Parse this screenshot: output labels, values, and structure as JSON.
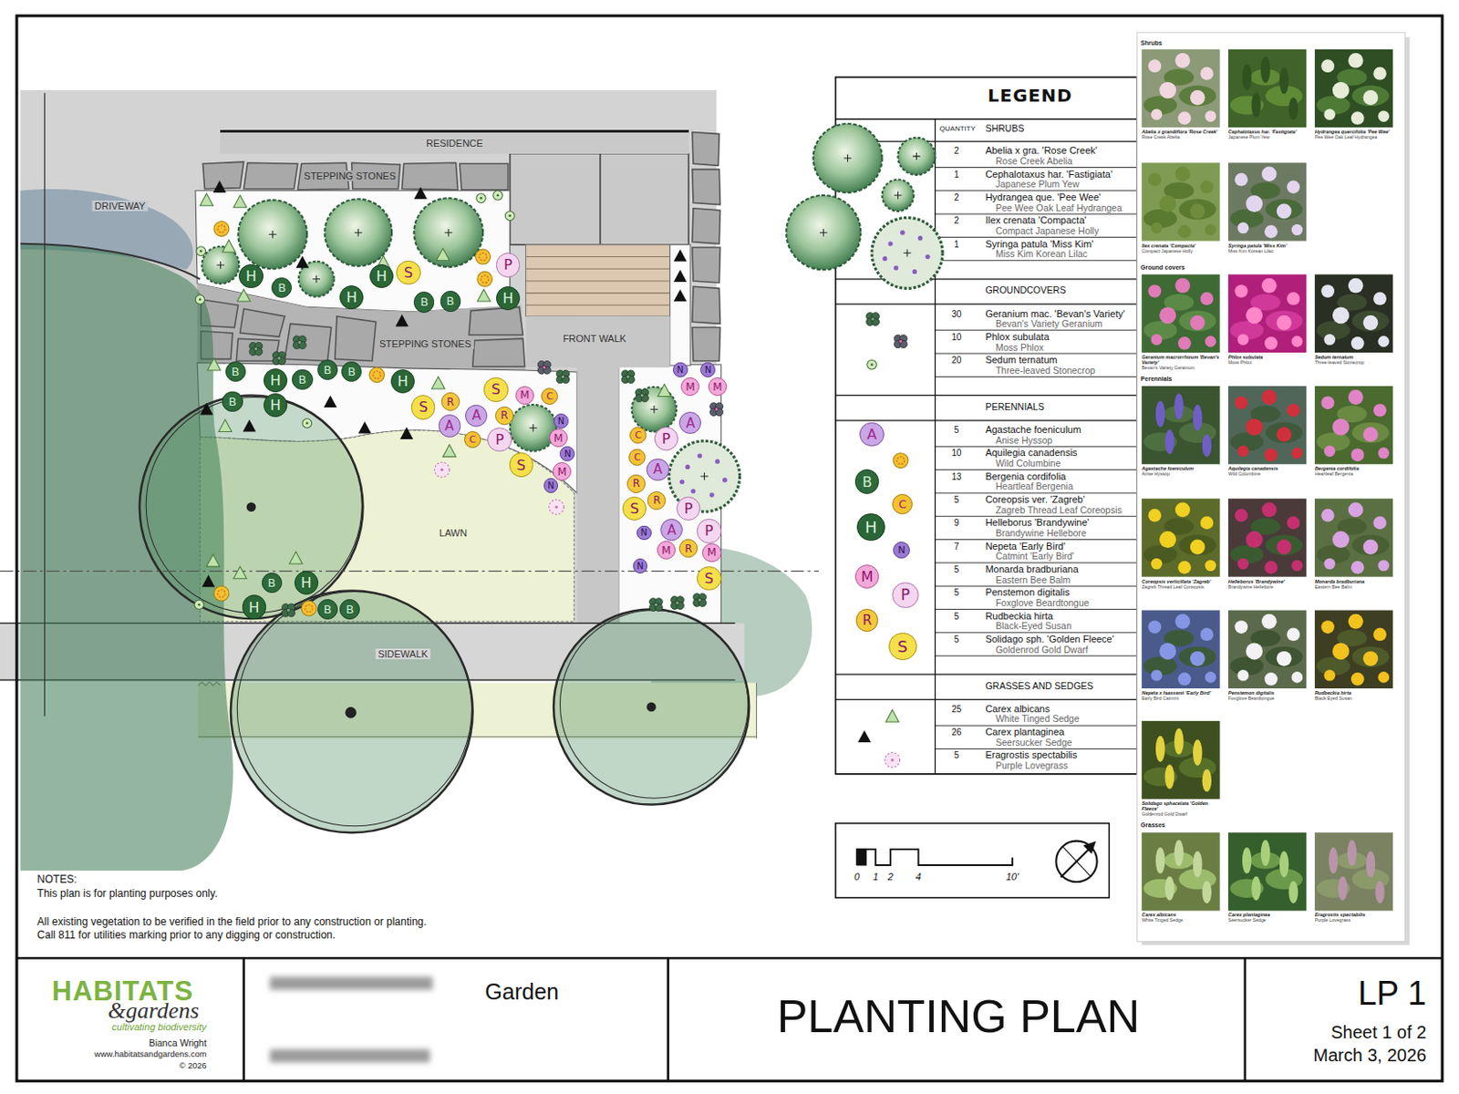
{
  "diagram": {
    "nodes": [
      {
        "text": [
          "RESIDENCE"
        ]
      },
      {
        "text": [
          "H"
        ]
      },
      {
        "text": [
          "B"
        ]
      },
      {
        "text": [
          "H"
        ]
      },
      {
        "text": [
          "H"
        ]
      },
      {
        "text": [
          "S"
        ]
      },
      {
        "text": [
          "B"
        ]
      },
      {
        "text": [
          "B"
        ]
      },
      {
        "text": [
          "P"
        ]
      },
      {
        "text": [
          "H"
        ]
      },
      {
        "text": [
          "B"
        ]
      },
      {
        "text": [
          "H"
        ]
      },
      {
        "text": [
          "B"
        ]
      },
      {
        "text": [
          "B"
        ]
      },
      {
        "text": [
          "B"
        ]
      },
      {
        "text": [
          "H"
        ]
      },
      {
        "text": [
          "H"
        ]
      },
      {
        "text": [
          "B"
        ]
      },
      {
        "text": [
          "S"
        ]
      },
      {
        "text": [
          "R"
        ]
      },
      {
        "text": [
          "S"
        ]
      },
      {
        "text": [
          "M"
        ]
      },
      {
        "text": [
          "C"
        ]
      },
      {
        "text": [
          "A"
        ]
      },
      {
        "text": [
          "R"
        ]
      },
      {
        "text": [
          "A"
        ]
      },
      {
        "text": [
          "C"
        ]
      },
      {
        "text": [
          "P"
        ]
      },
      {
        "text": [
          "S"
        ]
      },
      {
        "text": [
          "M"
        ]
      },
      {
        "text": [
          "N"
        ]
      },
      {
        "text": [
          "N"
        ]
      },
      {
        "text": [
          "M"
        ]
      },
      {
        "text": [
          "N"
        ]
      },
      {
        "text": [
          "N"
        ]
      },
      {
        "text": [
          "N"
        ]
      },
      {
        "text": [
          "M"
        ]
      },
      {
        "text": [
          "M"
        ]
      },
      {
        "text": [
          "A"
        ]
      },
      {
        "text": [
          "C"
        ]
      },
      {
        "text": [
          "P"
        ]
      },
      {
        "text": [
          "C"
        ]
      },
      {
        "text": [
          "A"
        ]
      },
      {
        "text": [
          "R"
        ]
      },
      {
        "text": [
          "R"
        ]
      },
      {
        "text": [
          "S"
        ]
      },
      {
        "text": [
          "P"
        ]
      },
      {
        "text": [
          "A"
        ]
      },
      {
        "text": [
          "P"
        ]
      },
      {
        "text": [
          "N"
        ]
      },
      {
        "text": [
          "M"
        ]
      },
      {
        "text": [
          "R"
        ]
      },
      {
        "text": [
          "M"
        ]
      },
      {
        "text": [
          "N"
        ]
      },
      {
        "text": [
          "S"
        ]
      },
      {
        "text": [
          "B"
        ]
      },
      {
        "text": [
          "H"
        ]
      },
      {
        "text": [
          "H"
        ]
      },
      {
        "text": [
          "B"
        ]
      },
      {
        "text": [
          "B"
        ]
      },
      {
        "text": [
          "A"
        ]
      },
      {
        "text": [
          "B"
        ]
      },
      {
        "text": [
          "C"
        ]
      },
      {
        "text": [
          "H"
        ]
      },
      {
        "text": [
          "N"
        ]
      },
      {
        "text": [
          "M"
        ]
      },
      {
        "text": [
          "P"
        ]
      },
      {
        "text": [
          "R"
        ]
      },
      {
        "text": [
          "S"
        ]
      },
      {
        "text": [
          "HABITATS",
          "&gardens",
          "cultivating biodiversity",
          "Bianca Wright",
          "www.habitatsandgardens.com",
          "© 2026"
        ]
      },
      {
        "text": [
          "Garden"
        ]
      },
      {
        "text": [
          "PLANTING PLAN"
        ]
      },
      {
        "text": [
          "LP 1",
          "Sheet 1 of 2",
          "March 3, 2026"
        ]
      }
    ],
    "labels": [
      "DRIVEWAY",
      "STEPPING STONES",
      "STEPPING STONES",
      "FRONT WALK",
      "LAWN",
      "SIDEWALK",
      "NOTES:",
      "This plan is for planting purposes only.",
      "All existing vegetation to be verified in the field prior to any construction or planting.",
      "Call 811 for utilities marking prior to any digging or construction.",
      "LEGEND",
      "QUANTITY",
      "SHRUBS",
      "2",
      "Rose Creek Abelia",
      "1",
      "Japanese Plum Yew",
      "2",
      "Pee Wee Oak Leaf Hydrangea",
      "2",
      "Compact Japanese Holly",
      "1",
      "Miss Kim Korean Lilac",
      "GROUNDCOVERS",
      "30",
      "Bevan's Variety Geranium",
      "10",
      "Moss Phlox",
      "20",
      "Three-leaved Stonecrop",
      "PERENNIALS",
      "5",
      "Anise Hyssop",
      "10",
      "Wild Columbine",
      "13",
      "Heartleaf Bergenia",
      "5",
      "Zagreb Thread Leaf Coreopsis",
      "9",
      "Brandywine Hellebore",
      "7",
      "Catmint 'Early Bird'",
      "5",
      "Eastern Bee Balm",
      "5",
      "Foxglove Beardtongue",
      "5",
      "Black-Eyed Susan",
      "5",
      "Goldenrod Gold Dwarf",
      "GRASSES AND SEDGES",
      "25",
      "White Tinged Sedge",
      "26",
      "Seersucker Sedge",
      "5",
      "Purple Lovegrass",
      "0",
      "1",
      "2",
      "4",
      "10'",
      "Shrubs",
      "Abelia x grandiflora 'Rose Creek'",
      "Rose Creek Abelia",
      "Cephalotaxus har. 'Fastigiata'",
      "Japanese Plum Yew",
      "Hydrangea quercifolia 'Pee Wee'",
      "Pee Wee Oak Leaf Hydrangea",
      "Ilex crenata 'Compacta'",
      "Compact Japanese Holly",
      "Syringa patula 'Miss Kim'",
      "Miss Kim Korean Lilac",
      "Ground covers",
      "Geranium macrorrhizum 'Bevan's Variety'",
      "Bevan's Variety Geranium",
      "Phlox subulata",
      "Moss Phlox",
      "Sedum ternatum",
      "Three-leaved Stonecrop",
      "Perennials",
      "Agastache foeniculum",
      "Anise Hyssop",
      "Aquilegia canadensis",
      "Wild Columbine",
      "Bergenia cordifolia",
      "Heartleaf Bergenia",
      "Coreopsis verticillata 'Zagreb'",
      "Zagreb Thread Leaf Coreopsis",
      "Helleborus 'Brandywine'",
      "Brandywine Hellebore",
      "Monarda bradburiana",
      "Eastern Bee Balm",
      "Nepeta x faassenii 'Early Bird'",
      "Early Bird Catmint",
      "Penstemon digitalis",
      "Foxglove Beardtongue",
      "Rudbeckia hirta",
      "Black Eyed Susan",
      "Solidago sphacelata 'Golden Fleece'",
      "Goldenrod Gold Dwarf",
      "Grasses",
      "Carex albicans",
      "White Tinged Sedge",
      "Carex plantaginea",
      "Seersucker Sedge",
      "Eragrostis spectabilis",
      "Purple Lovegrass"
    ],
    "legend": [
      {
        "text": "Abelia x gra. 'Rose Creek'"
      },
      {
        "text": "Cephalotaxus har. 'Fastigiata'"
      },
      {
        "text": "Hydrangea que. 'Pee Wee'"
      },
      {
        "text": "Ilex crenata 'Compacta'"
      },
      {
        "text": "Syringa patula 'Miss Kim'"
      },
      {
        "text": "Geranium mac. 'Bevan's Variety'"
      },
      {
        "text": "Phlox subulata"
      },
      {
        "text": "Sedum ternatum"
      },
      {
        "text": "Agastache foeniculum"
      },
      {
        "text": "Aquilegia canadensis"
      },
      {
        "text": "Bergenia cordifolia"
      },
      {
        "text": "Coreopsis ver. 'Zagreb'"
      },
      {
        "text": "Helleborus 'Brandywine'"
      },
      {
        "text": "Nepeta 'Early Bird'"
      },
      {
        "text": "Monarda bradburiana"
      },
      {
        "text": "Penstemon digitalis"
      },
      {
        "text": "Rudbeckia hirta"
      },
      {
        "text": "Solidago sph. 'Golden Fleece'"
      },
      {
        "text": "Carex albicans"
      },
      {
        "text": "Carex plantaginea"
      },
      {
        "text": "Eragrostis spectabilis"
      }
    ]
  }
}
